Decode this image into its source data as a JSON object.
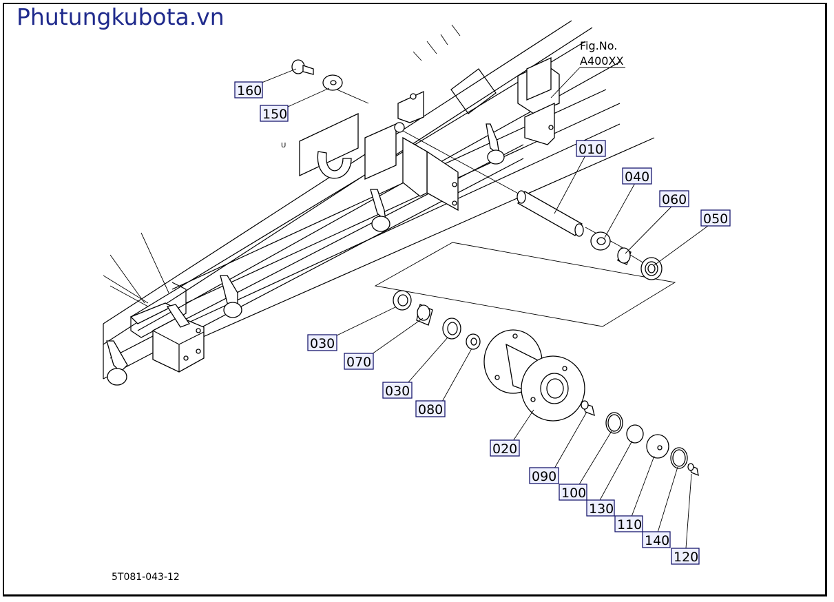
{
  "watermark": {
    "text": "Phutungkubota.vn",
    "color": "#1f2a8c"
  },
  "figure": {
    "ref_label": "Fig.No.",
    "ref_code": "A400XX",
    "drawing_number": "5T081-043-12",
    "frame_mark": "U"
  },
  "callouts": [
    {
      "id": "160",
      "label": "160"
    },
    {
      "id": "150",
      "label": "150"
    },
    {
      "id": "010",
      "label": "010"
    },
    {
      "id": "040",
      "label": "040"
    },
    {
      "id": "060",
      "label": "060"
    },
    {
      "id": "050",
      "label": "050"
    },
    {
      "id": "030a",
      "label": "030"
    },
    {
      "id": "070",
      "label": "070"
    },
    {
      "id": "030b",
      "label": "030"
    },
    {
      "id": "080",
      "label": "080"
    },
    {
      "id": "020",
      "label": "020"
    },
    {
      "id": "090",
      "label": "090"
    },
    {
      "id": "100",
      "label": "100"
    },
    {
      "id": "130",
      "label": "130"
    },
    {
      "id": "110",
      "label": "110"
    },
    {
      "id": "140",
      "label": "140"
    },
    {
      "id": "120",
      "label": "120"
    }
  ]
}
